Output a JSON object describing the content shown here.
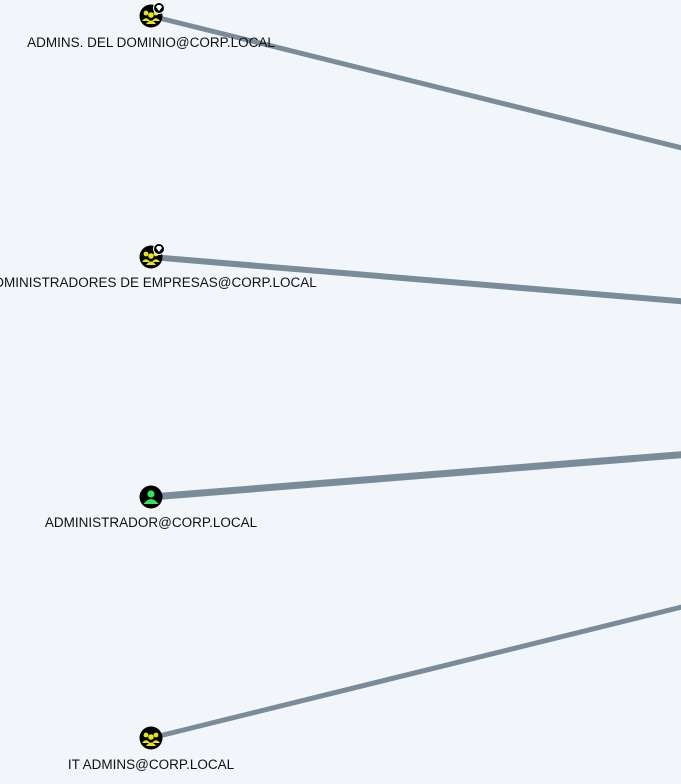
{
  "graph": {
    "colors": {
      "background": "#f2f5fa",
      "edge": "#7a8b99",
      "group_node": "#e6e614",
      "user_node": "#2ee85a",
      "node_border": "#000000",
      "badge": "#ffffff"
    },
    "nodes": [
      {
        "id": "n1",
        "label": "ADMINS. DEL DOMINIO@CORP.LOCAL",
        "type": "group",
        "icon": "group-icon",
        "badge": "high-value-diamond-icon"
      },
      {
        "id": "n2",
        "label": "ADMINISTRADORES DE EMPRESAS@CORP.LOCAL",
        "type": "group",
        "icon": "group-icon",
        "badge": "high-value-diamond-icon"
      },
      {
        "id": "n3",
        "label": "ADMINISTRADOR@CORP.LOCAL",
        "type": "user",
        "icon": "user-icon",
        "badge": ""
      },
      {
        "id": "n4",
        "label": "IT ADMINS@CORP.LOCAL",
        "type": "group",
        "icon": "group-icon",
        "badge": ""
      }
    ]
  }
}
